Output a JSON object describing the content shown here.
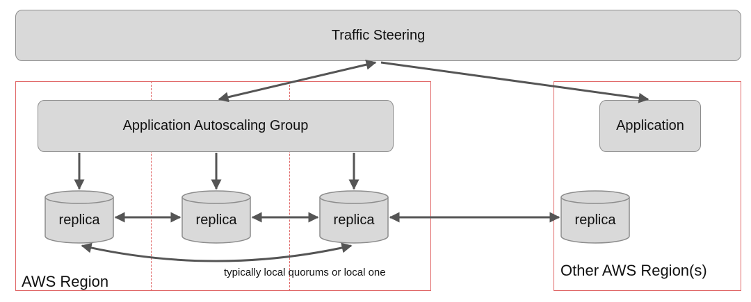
{
  "traffic_steering": {
    "label": "Traffic Steering"
  },
  "asg": {
    "label": "Application Autoscaling Group"
  },
  "application": {
    "label": "Application"
  },
  "replicas": [
    {
      "label": "replica"
    },
    {
      "label": "replica"
    },
    {
      "label": "replica"
    },
    {
      "label": "replica"
    }
  ],
  "regions": {
    "aws": "AWS Region",
    "other": "Other AWS Region(s)"
  },
  "quorum_note": "typically local quorums or local one",
  "colors": {
    "box_fill": "#d9d9d9",
    "box_border": "#8c8c8c",
    "region_border": "#e06666",
    "arrow": "#555555"
  }
}
